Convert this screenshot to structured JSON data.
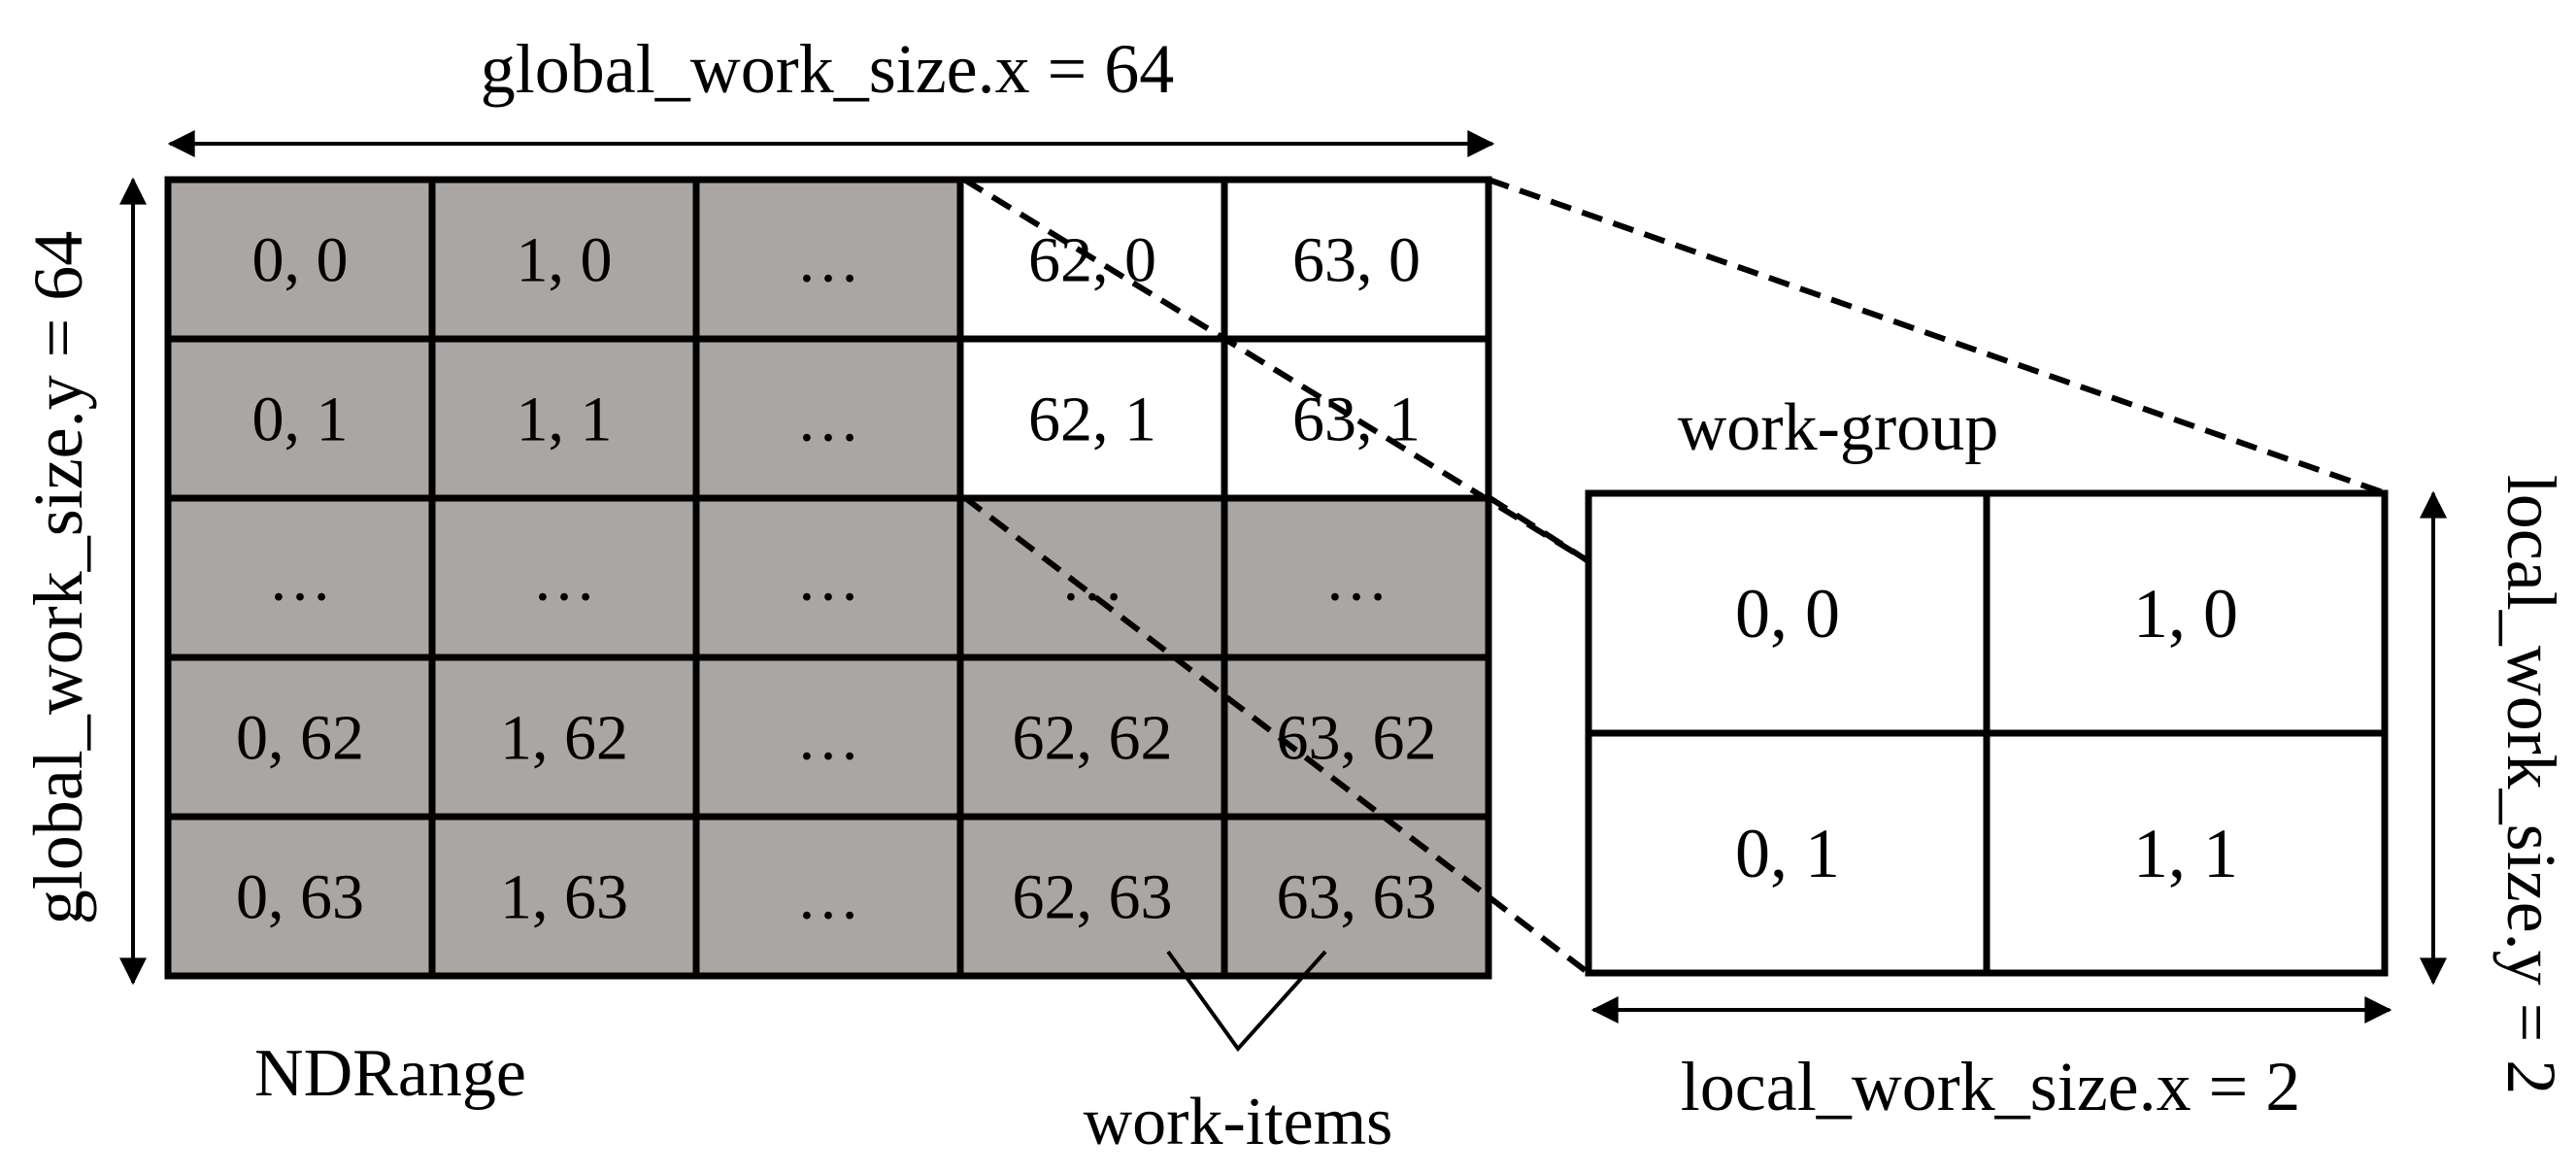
{
  "labels": {
    "global_x": "global_work_size.x = 64",
    "global_y": "global_work_size.y = 64",
    "local_x": "local_work_size.x = 2",
    "local_y": "local_work_size.y = 2",
    "ndrange": "NDRange",
    "work_items": "work-items",
    "work_group": "work-group"
  },
  "ndrange_grid": {
    "cells": [
      [
        "0, 0",
        "1, 0",
        "…",
        "62, 0",
        "63, 0"
      ],
      [
        "0, 1",
        "1, 1",
        "…",
        "62, 1",
        "63, 1"
      ],
      [
        "…",
        "…",
        "…",
        "…",
        "…"
      ],
      [
        "0, 62",
        "1, 62",
        "…",
        "62, 62",
        "63, 62"
      ],
      [
        "0, 63",
        "1, 63",
        "…",
        "62, 63",
        "63, 63"
      ]
    ],
    "highlighted": [
      [
        0,
        3
      ],
      [
        0,
        4
      ],
      [
        1,
        3
      ],
      [
        1,
        4
      ]
    ],
    "fill_color": "#aaa6a4",
    "highlight_color": "#ffffff"
  },
  "work_group_grid": {
    "cells": [
      [
        "0, 0",
        "1, 0"
      ],
      [
        "0, 1",
        "1, 1"
      ]
    ]
  }
}
